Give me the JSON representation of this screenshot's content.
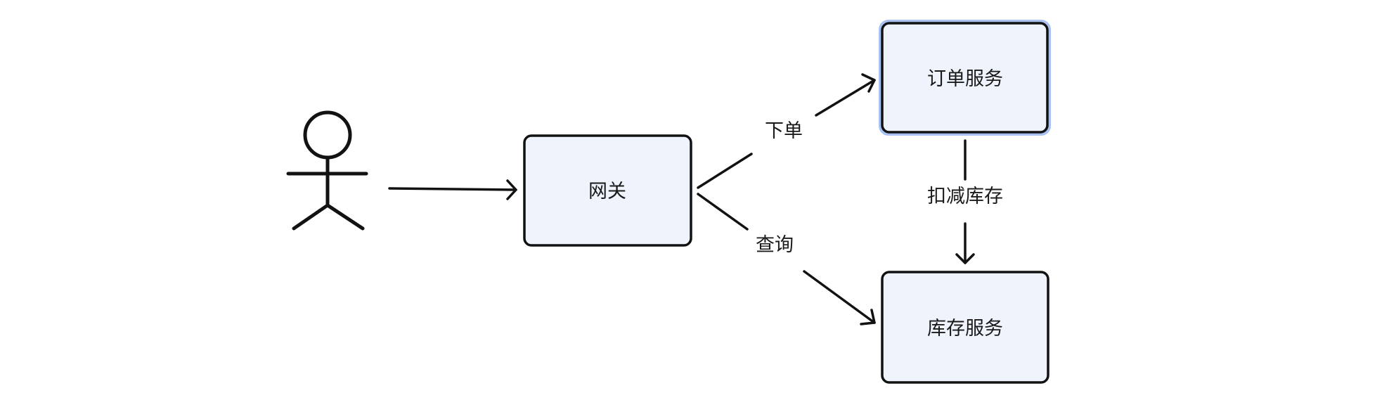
{
  "colors": {
    "node_fill": "#eef3fc",
    "stroke": "#121212",
    "selection_halo": "#a9c1f2",
    "text": "#1a1a1a",
    "background": "#ffffff"
  },
  "diagram": {
    "actor": {
      "icon": "stick-figure-icon"
    },
    "nodes": {
      "gateway": {
        "label": "网关"
      },
      "order_service": {
        "label": "订单服务",
        "selected": true
      },
      "inventory_service": {
        "label": "库存服务"
      }
    },
    "edges": [
      {
        "from": "actor",
        "to": "gateway",
        "label": ""
      },
      {
        "from": "gateway",
        "to": "order_service",
        "label": "下单"
      },
      {
        "from": "gateway",
        "to": "inventory_service",
        "label": "查询"
      },
      {
        "from": "order_service",
        "to": "inventory_service",
        "label": "扣减库存"
      }
    ]
  }
}
